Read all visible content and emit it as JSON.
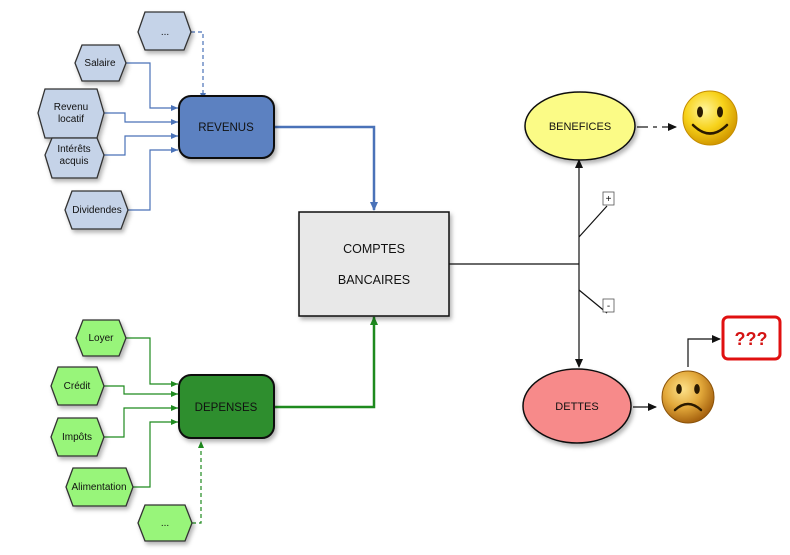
{
  "diagram": {
    "income_sources": [
      "...",
      "Salaire",
      "Revenu|locatif",
      "Intérêts|acquis",
      "Dividendes"
    ],
    "expense_sources": [
      "Loyer",
      "Crédit",
      "Impôts",
      "Alimentation",
      "..."
    ],
    "revenus": "REVENUS",
    "depenses": "DEPENSES",
    "comptes_line1": "COMPTES",
    "comptes_line2": "BANCAIRES",
    "benefices": "BENEFICES",
    "dettes": "DETTES",
    "plus_sign": "+",
    "minus_sign": "-",
    "question": "???"
  },
  "colors": {
    "income_node": "#c5d3e8",
    "revenus": "#5b81c1",
    "revenus_arrow": "#4a72b8",
    "expense_node": "#98f57a",
    "depenses": "#2f8e2f",
    "depenses_arrow": "#1e8a1e",
    "comptes": "#e8e8e8",
    "benefices": "#fbfb86",
    "dettes": "#f78a8a",
    "question_border": "#e01010",
    "question_text": "#d41414"
  },
  "icons": [
    "happy-smiley-icon",
    "sad-smiley-icon"
  ]
}
